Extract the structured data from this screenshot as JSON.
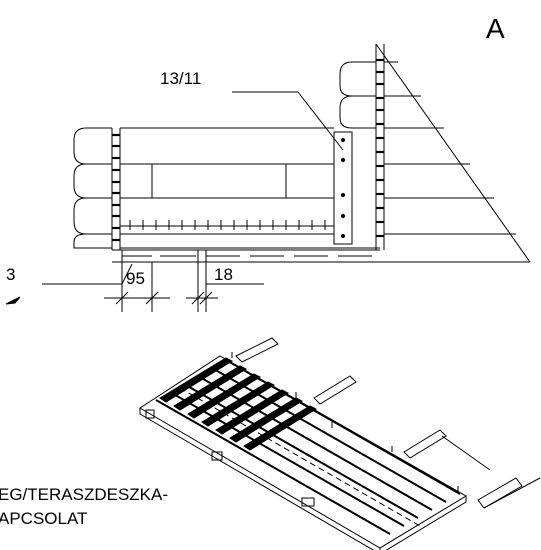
{
  "view_letter": "A",
  "labels": {
    "part_ref": "13/11",
    "dim_left": "3",
    "dim_board_width": "95",
    "dim_gap": "18"
  },
  "caption": {
    "line1": "EG/TERASZDESZKA-",
    "line2": "APCSOLAT"
  },
  "colors": {
    "line": "#000000",
    "background": "#ffffff"
  }
}
